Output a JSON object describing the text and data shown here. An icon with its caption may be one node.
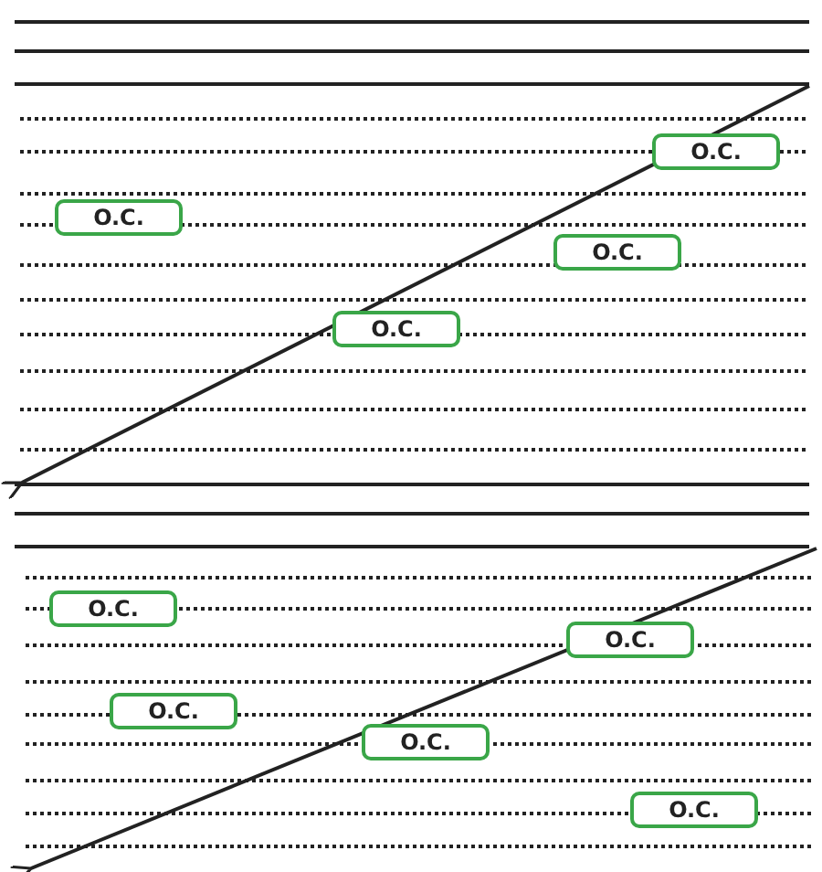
{
  "diagram": {
    "nodes": [
      {
        "text": [
          "O.C."
        ]
      },
      {
        "text": [
          "O.C."
        ]
      },
      {
        "text": [
          "O.C."
        ]
      },
      {
        "text": [
          "O.C."
        ]
      },
      {
        "text": [
          "O.C."
        ]
      },
      {
        "text": [
          "O.C."
        ]
      },
      {
        "text": [
          "O.C."
        ]
      },
      {
        "text": [
          "O.C."
        ]
      },
      {
        "text": [
          "O.C."
        ]
      }
    ]
  }
}
